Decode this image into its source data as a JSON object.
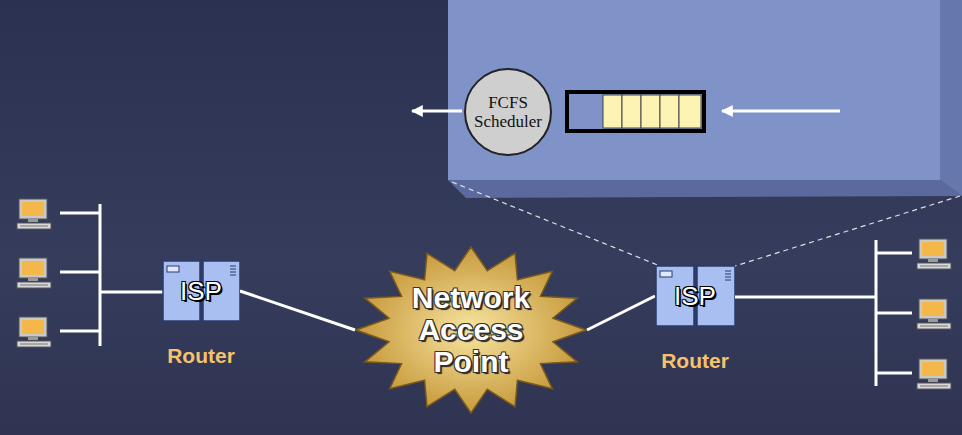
{
  "diagram": {
    "nodes": [
      {
        "text": [
          "FCFS Scheduler"
        ]
      },
      {
        "text": [
          "ISP",
          "Router"
        ]
      },
      {
        "text": [
          "Network Access Point"
        ]
      },
      {
        "text": [
          "ISP",
          "Router"
        ]
      }
    ],
    "edges": [
      {
        "from": 1,
        "to": 2,
        "arrow": "none"
      },
      {
        "from": 2,
        "to": 3,
        "arrow": "none"
      }
    ]
  }
}
